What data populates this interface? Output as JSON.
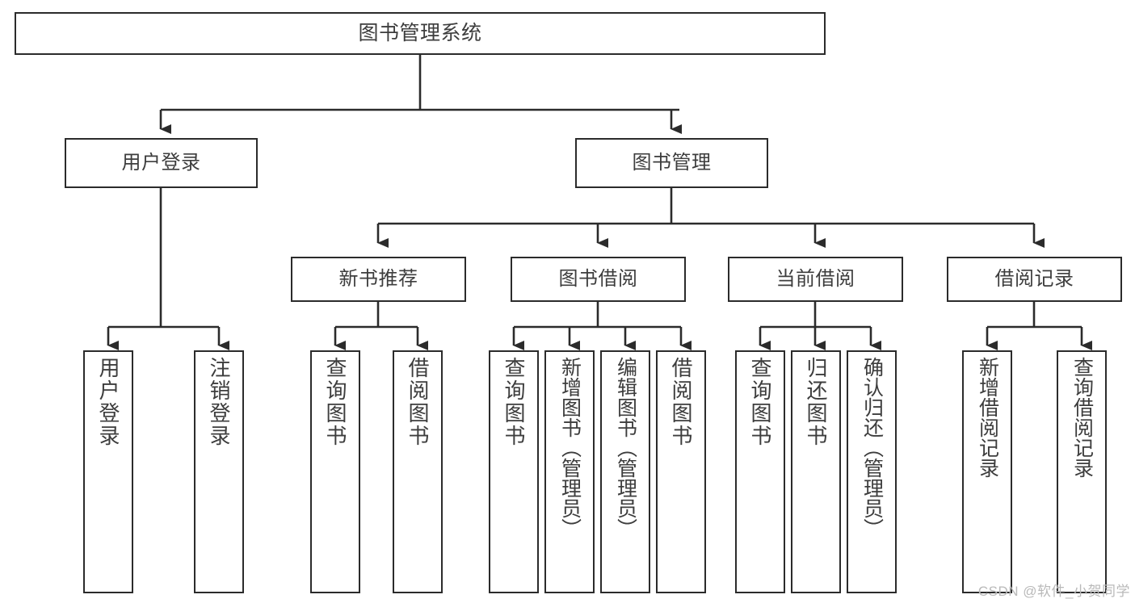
{
  "diagram": {
    "title": "图书管理系统",
    "type": "hierarchy-tree",
    "colors": {
      "stroke": "#2b2b2b",
      "fill": "#ffffff",
      "text": "#3d3d3d",
      "watermark": "#b9b9b9"
    },
    "levels": {
      "root": {
        "label": "图书管理系统"
      },
      "level2": [
        {
          "id": "user-login",
          "label": "用户登录"
        },
        {
          "id": "book-manage",
          "label": "图书管理"
        }
      ],
      "level3": [
        {
          "id": "new-book-recommend",
          "label": "新书推荐"
        },
        {
          "id": "book-borrow",
          "label": "图书借阅"
        },
        {
          "id": "current-borrow",
          "label": "当前借阅"
        },
        {
          "id": "borrow-record",
          "label": "借阅记录"
        }
      ],
      "leaves": {
        "user-login": [
          {
            "id": "leaf-user-login",
            "label": "用户登录"
          },
          {
            "id": "leaf-logout-login",
            "label": "注销登录"
          }
        ],
        "new-book-recommend": [
          {
            "id": "leaf-query-book-1",
            "label": "查询图书"
          },
          {
            "id": "leaf-borrow-book-1",
            "label": "借阅图书"
          }
        ],
        "book-borrow": [
          {
            "id": "leaf-query-book-2",
            "label": "查询图书"
          },
          {
            "id": "leaf-add-book",
            "label": "新增图书（管理员）"
          },
          {
            "id": "leaf-edit-book",
            "label": "编辑图书（管理员）"
          },
          {
            "id": "leaf-borrow-book-2",
            "label": "借阅图书"
          }
        ],
        "current-borrow": [
          {
            "id": "leaf-query-book-3",
            "label": "查询图书"
          },
          {
            "id": "leaf-return-book",
            "label": "归还图书"
          },
          {
            "id": "leaf-confirm-return",
            "label": "确认归还（管理员）"
          }
        ],
        "borrow-record": [
          {
            "id": "leaf-add-record",
            "label": "新增借阅记录"
          },
          {
            "id": "leaf-query-record",
            "label": "查询借阅记录"
          }
        ]
      }
    }
  },
  "watermark": {
    "text": "CSDN @软件_小贺同学"
  }
}
